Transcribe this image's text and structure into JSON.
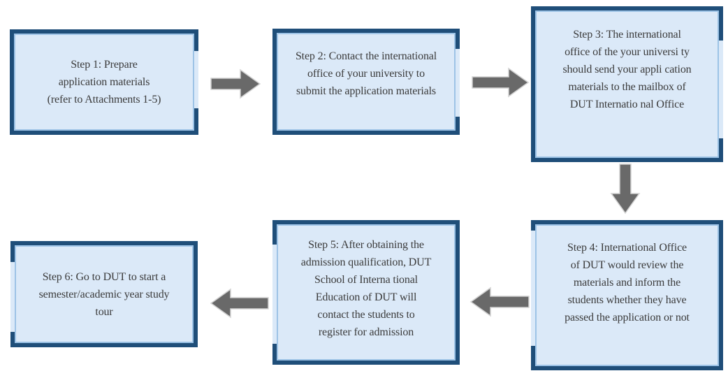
{
  "steps": [
    {
      "id": "step-1",
      "text": "Step 1: Prepare\napplication materials\n(refer to Attachments 1-5)"
    },
    {
      "id": "step-2",
      "text": "Step 2: Contact the international\noffice of your university to\nsubmit the application materials"
    },
    {
      "id": "step-3",
      "text": "Step 3: The international\noffice of the your universi ty\nshould send your appli cation\nmaterials to the mailbox of\nDUT Internatio nal Office"
    },
    {
      "id": "step-4",
      "text": "Step 4: International Office\nof DUT would review the\nmaterials and inform the\nstudents whether they have\npassed the application or not"
    },
    {
      "id": "step-5",
      "text": "Step 5: After obtaining the\nadmission qualification, DUT\nSchool of Interna tional\nEducation of DUT will\ncontact the students to\nregister for admission"
    },
    {
      "id": "step-6",
      "text": "Step 6: Go to DUT to start a\nsemester/academic year study\ntour"
    }
  ],
  "flow": [
    {
      "from": "step-1",
      "to": "step-2",
      "direction": "right"
    },
    {
      "from": "step-2",
      "to": "step-3",
      "direction": "right"
    },
    {
      "from": "step-3",
      "to": "step-4",
      "direction": "down"
    },
    {
      "from": "step-4",
      "to": "step-5",
      "direction": "left"
    },
    {
      "from": "step-5",
      "to": "step-6",
      "direction": "left"
    }
  ],
  "colors": {
    "box_border": "#1F4E79",
    "box_fill": "#DBE9F8",
    "box_inner_line": "#9DC3E6",
    "arrow_fill": "#696969",
    "arrow_outline": "#D2D2D2",
    "text": "#3B3B3B",
    "background": "#FFFFFF"
  }
}
